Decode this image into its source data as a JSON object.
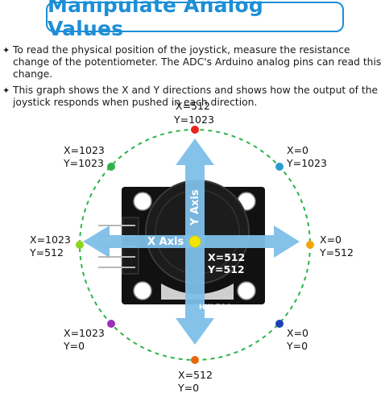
{
  "title": "Manipulate Analog Values",
  "bullets": [
    "To read the physical position of the joystick, measure the resistance change of the potentiometer. The ADC's Arduino analog pins can read this change.",
    "This graph shows the X and Y directions and shows how the output of the joystick responds when pushed in each direction."
  ],
  "bullet_mark": "✦",
  "center_label": {
    "x": "X=512",
    "y": "Y=512"
  },
  "axis_labels": {
    "x": "X Axis",
    "y": "Y Axis"
  },
  "module_label": "HW-504",
  "colors": {
    "title": "#1d8fd6",
    "circle": "#2db34a",
    "arrow": "#7dbfe8",
    "board": "#111111",
    "center_dot": "#f2e600"
  },
  "points": [
    {
      "id": "top",
      "x": "X=512",
      "y": "Y=1023",
      "color": "#e8231b"
    },
    {
      "id": "top-right",
      "x": "X=0",
      "y": "Y=1023",
      "color": "#2a9bd1"
    },
    {
      "id": "right",
      "x": "X=0",
      "y": "Y=512",
      "color": "#f2a40a"
    },
    {
      "id": "bottom-right",
      "x": "X=0",
      "y": "Y=0",
      "color": "#1f3fb5"
    },
    {
      "id": "bottom",
      "x": "X=512",
      "y": "Y=0",
      "color": "#e8660f"
    },
    {
      "id": "bottom-left",
      "x": "X=1023",
      "y": "Y=0",
      "color": "#9b30b8"
    },
    {
      "id": "left",
      "x": "X=1023",
      "y": "Y=512",
      "color": "#8ed41a"
    },
    {
      "id": "top-left",
      "x": "X=1023",
      "y": "Y=1023",
      "color": "#2db34a"
    }
  ]
}
